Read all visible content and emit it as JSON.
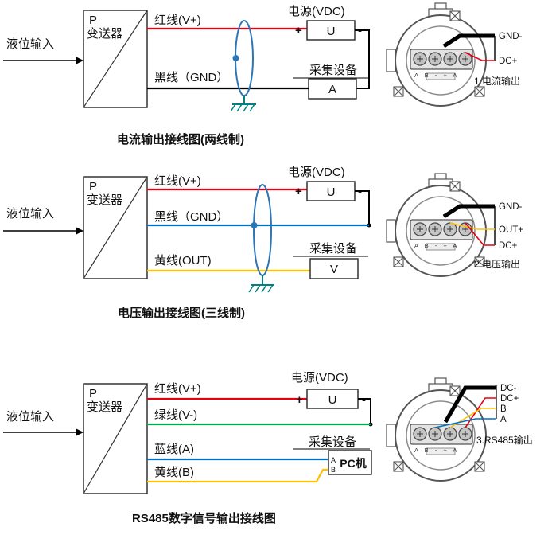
{
  "colors": {
    "red": "#e60012",
    "blue": "#0070c0",
    "yellow": "#ffc000",
    "green": "#00a651",
    "shield_blue": "#2e75b6",
    "ground_teal": "#008080",
    "black": "#000000"
  },
  "sections": [
    {
      "input_label": "液位输入",
      "device_p": "P",
      "device_name": "变送器",
      "wire1": "红线(V+)",
      "wire2": "黑线（GND）",
      "power_label": "电源(VDC)",
      "power_symbol": "U",
      "plus": "+",
      "minus": "-",
      "collector_label": "采集设备",
      "collector_symbol": "A",
      "caption": "电流输出接线图(两线制)",
      "terminal_text": "A B - + A",
      "pin1": "GND-",
      "pin2": "DC+",
      "figure_caption": "1.电流输出"
    },
    {
      "input_label": "液位输入",
      "device_p": "P",
      "device_name": "变送器",
      "wire1": "红线(V+)",
      "wire2": "黑线（GND）",
      "wire3": "黄线(OUT)",
      "power_label": "电源(VDC)",
      "power_symbol": "U",
      "plus": "+",
      "minus": "-",
      "collector_label": "采集设备",
      "collector_symbol": "V",
      "caption": "电压输出接线图(三线制)",
      "terminal_text": "A B - + A",
      "pin1": "GND-",
      "pin2": "OUT+",
      "pin3": "DC+",
      "figure_caption": "2.电压输出"
    },
    {
      "input_label": "液位输入",
      "device_p": "P",
      "device_name": "变送器",
      "wire1": "红线(V+)",
      "wire2": "绿线(V-)",
      "wire3": "蓝线(A)",
      "wire4": "黄线(B)",
      "power_label": "电源(VDC)",
      "power_symbol": "U",
      "plus": "+",
      "minus": "-",
      "collector_label": "采集设备",
      "collector_symbol": "PC机",
      "pc_pin_a": "A",
      "pc_pin_b": "B",
      "caption": "RS485数字信号输出接线图",
      "terminal_text": "A B - + A",
      "pin1": "DC-",
      "pin2": "DC+",
      "pin3": "B",
      "pin4": "A",
      "figure_caption": "3.RS485输出"
    }
  ]
}
